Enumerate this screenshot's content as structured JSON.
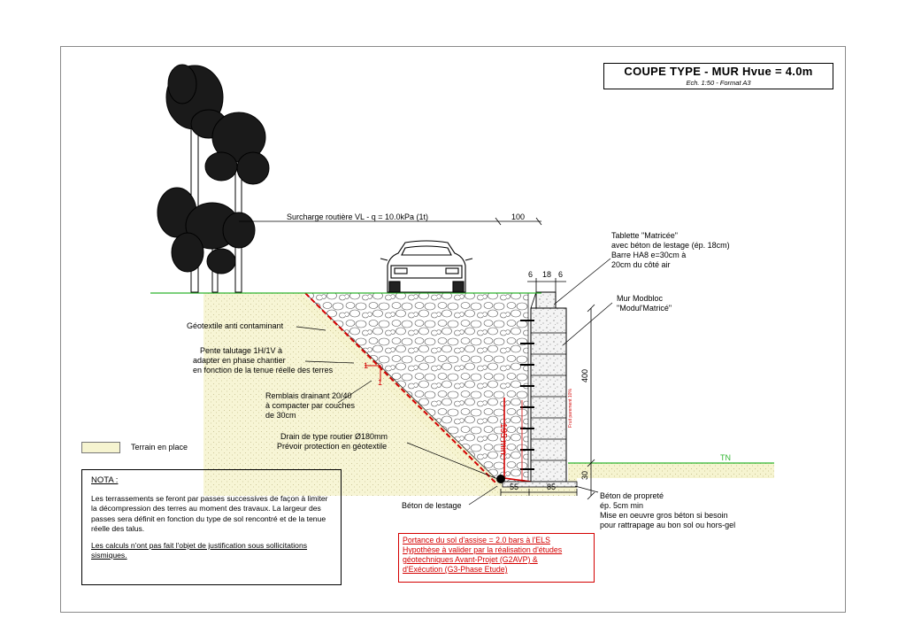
{
  "title": {
    "main": "COUPE TYPE - MUR Hvue = 4.0m",
    "sub": "Ech. 1:50 - Format A3"
  },
  "labels": {
    "surcharge": "Surcharge routière VL - q = 10.0kPa (1t)",
    "geotextile": "Géotextile anti contaminant",
    "pente": [
      "Pente talutage 1H/1V à",
      "adapter en phase chantier",
      "en fonction de la tenue réelle des terres"
    ],
    "remblais": [
      "Remblais drainant 20/40",
      "à compacter par couches",
      "de 30cm"
    ],
    "drain": [
      "Drain de type routier Ø180mm",
      "Prévoir protection en géotextile"
    ],
    "beton_lestage": "Béton de lestage",
    "tablette": [
      "Tablette \"Matricée\"",
      "avec béton de lestage (ép. 18cm)",
      "Barre HA8 e=30cm à",
      "20cm du côté air"
    ],
    "mur": [
      "Mur Modbloc",
      "\"Modul'Matricé\""
    ],
    "proprete": [
      "Béton de propreté",
      "ép. 5cm min",
      "Mise en oeuvre gros béton si besoin",
      "pour rattrapage au bon sol ou hors-gel"
    ],
    "tn": "TN",
    "fruit": "Fruit parement 10%"
  },
  "dimensions": {
    "d100": "100",
    "d6a": "6",
    "d18": "18",
    "d6b": "6",
    "d400": "400",
    "d30": "30",
    "d55": "55",
    "d85": "85",
    "d195": "195 min.",
    "slope1a": "1",
    "slope1b": "1"
  },
  "legend": {
    "terrain": "Terrain en place"
  },
  "nota": {
    "heading": "NOTA :",
    "p1": "Les terrassements se feront par passes successives de façon à limiter la décompression des terres au moment des travaux. La largeur des passes sera définit en fonction du type de sol rencontré et de la tenue réelle des talus.",
    "p2": "Les calculs n'ont pas fait l'objet de justification sous sollicitations sismiques."
  },
  "portance": {
    "line1": "Portance du sol d'assise = 2.0 bars à l'ELS",
    "line2": "Hypothèse à valider par la réalisation d'études géotechniques Avant-Projet (G2AVP) &",
    "line3": "d'Exécution (G3-Phase Etude)"
  },
  "colors": {
    "ground_line": "#2fb52f",
    "red": "#d40000",
    "fill_terrain": "#f6f4d0"
  }
}
